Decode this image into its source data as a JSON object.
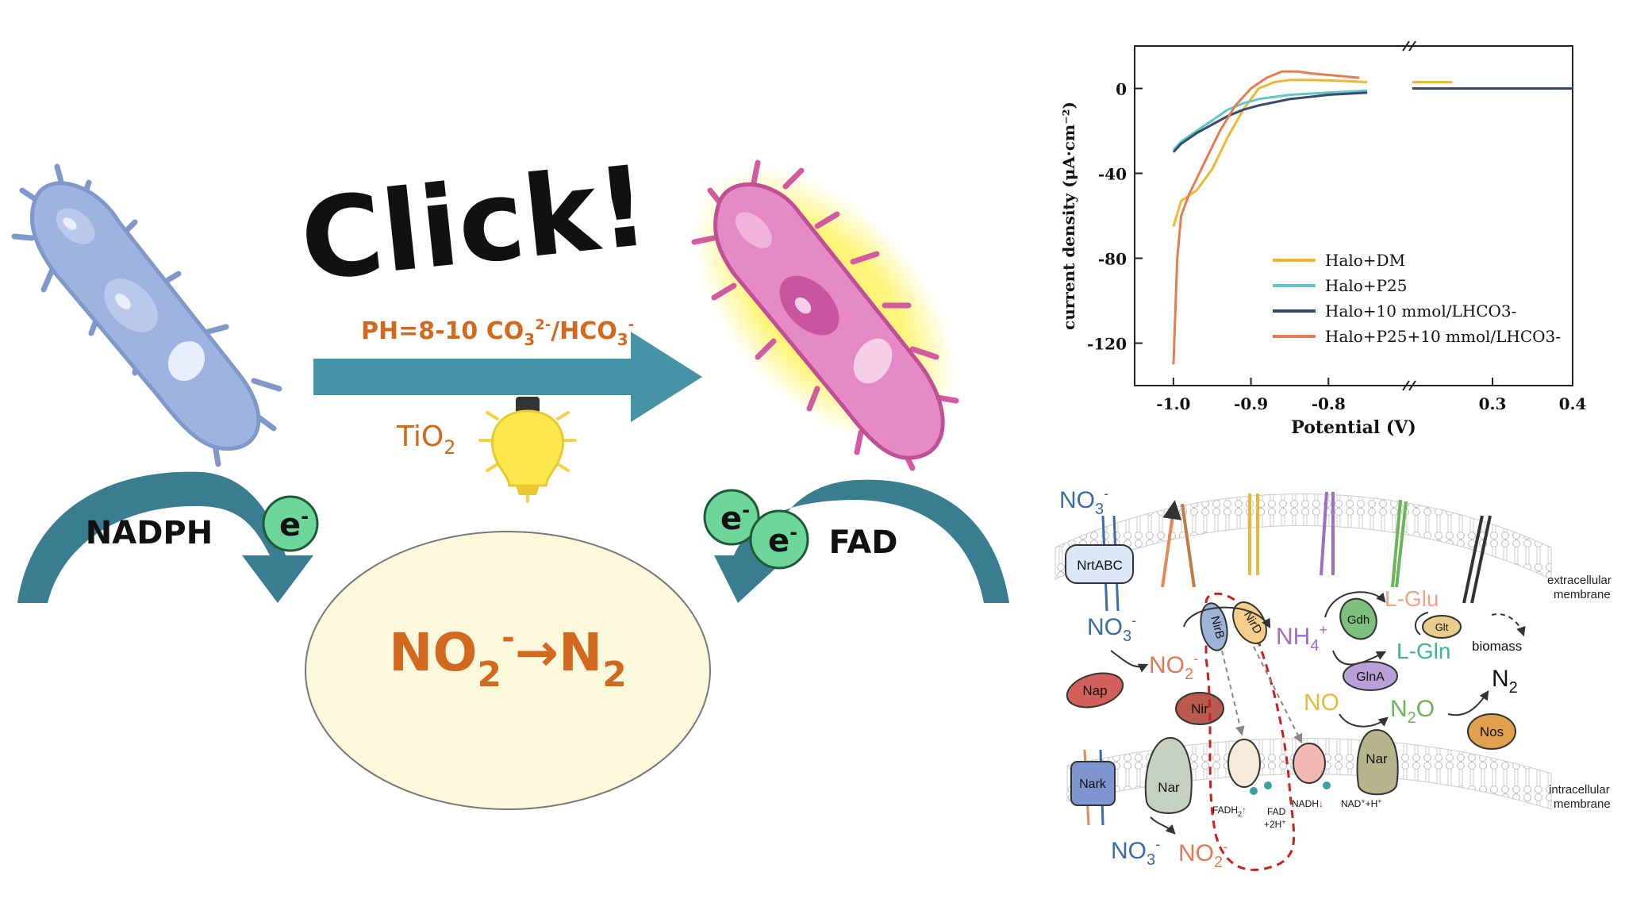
{
  "left_scheme": {
    "click_text": "Click!",
    "condition_label": "PH=8-10 CO3 2-/HCO3 -",
    "catalyst_label": "TiO2",
    "nadph_label": "NADPH",
    "fad_label": "FAD",
    "electron_label": "e-",
    "reaction_label": "NO2 -→N2"
  },
  "colors": {
    "orange_text": "#d2691e",
    "teal_arrow": "#3f8ea1",
    "electron_green": "#6fd69a",
    "bacterium_blue": "#8ea6d6",
    "bacterium_pink": "#d86fb4",
    "ellipse_fill": "#fbf8dc"
  },
  "chart_data": {
    "type": "line",
    "xlabel": "Potential (V)",
    "ylabel": "current density (μA·cm⁻²)",
    "broken_x_axis": true,
    "xticks_left": [
      "-1.0",
      "-0.9",
      "-0.8"
    ],
    "xticks_right": [
      "0.3",
      "0.4"
    ],
    "yticks": [
      "0",
      "-40",
      "-80",
      "-120"
    ],
    "ylim": [
      -140,
      20
    ],
    "legend_position": "lower-right",
    "series": [
      {
        "name": "Halo+DM",
        "color": "#f2b632",
        "x": [
          -1.0,
          -0.99,
          -0.97,
          -0.95,
          -0.93,
          -0.91,
          -0.89,
          -0.87,
          -0.85,
          -0.82,
          -0.78,
          -0.75,
          0.2,
          0.25
        ],
        "y": [
          -65,
          -53,
          -48,
          -38,
          -23,
          -10,
          0,
          3,
          4,
          4,
          3.5,
          3,
          3,
          3
        ]
      },
      {
        "name": "Halo+P25",
        "color": "#5ec8c8",
        "x": [
          -1.0,
          -0.99,
          -0.97,
          -0.95,
          -0.93,
          -0.91,
          -0.89,
          -0.85,
          -0.8,
          -0.75,
          0.2,
          0.4
        ],
        "y": [
          -29,
          -25,
          -20,
          -15,
          -10,
          -7,
          -5,
          -3,
          -2,
          -1,
          0,
          0
        ]
      },
      {
        "name": "Halo+10 mmol/LHCO3-",
        "color": "#3b4a6b",
        "x": [
          -1.0,
          -0.99,
          -0.97,
          -0.95,
          -0.93,
          -0.91,
          -0.89,
          -0.85,
          -0.8,
          -0.75,
          0.2,
          0.4
        ],
        "y": [
          -30,
          -26,
          -21,
          -17,
          -13,
          -10,
          -8,
          -5,
          -3,
          -2,
          0,
          0
        ]
      },
      {
        "name": "Halo+P25+10 mmol/LHCO3-",
        "color": "#e77b52",
        "x": [
          -1.0,
          -0.995,
          -0.99,
          -0.98,
          -0.96,
          -0.94,
          -0.92,
          -0.9,
          -0.88,
          -0.86,
          -0.84,
          -0.82,
          -0.79,
          -0.76
        ],
        "y": [
          -130,
          -80,
          -60,
          -50,
          -35,
          -20,
          -8,
          0,
          5,
          8,
          8,
          7,
          6,
          5
        ]
      }
    ]
  },
  "pathway": {
    "nitrate_out": "NO3 -",
    "nrtabc": "NrtABC",
    "extracellular_label": "extracellular membrane",
    "intracellular_label": "intracellular membrane",
    "nitrate_mid": "NO3 -",
    "nitrite_mid": "NO2 -",
    "nap": "Nap",
    "nir": "Nir",
    "nirb": "NirB",
    "nird": "NirD",
    "ammonium": "NH4 +",
    "gdh": "Gdh",
    "glna": "GlnA",
    "lglu": "L-Glu",
    "lgln": "L-Gln",
    "glt": "Glt",
    "biomass": "biomass",
    "no": "NO",
    "n2o": "N2O",
    "n2": "N2",
    "nos": "Nos",
    "nar_right": "Nar",
    "nark": "Nark",
    "nar_left": "Nar",
    "fadh2": "FADH2↑",
    "fad_2h": "FAD +2H+",
    "nadh": "NADH↓",
    "nad_h": "NAD++H+",
    "nitrate_bottom": "NO3 -",
    "nitrite_bottom": "NO2 -"
  }
}
